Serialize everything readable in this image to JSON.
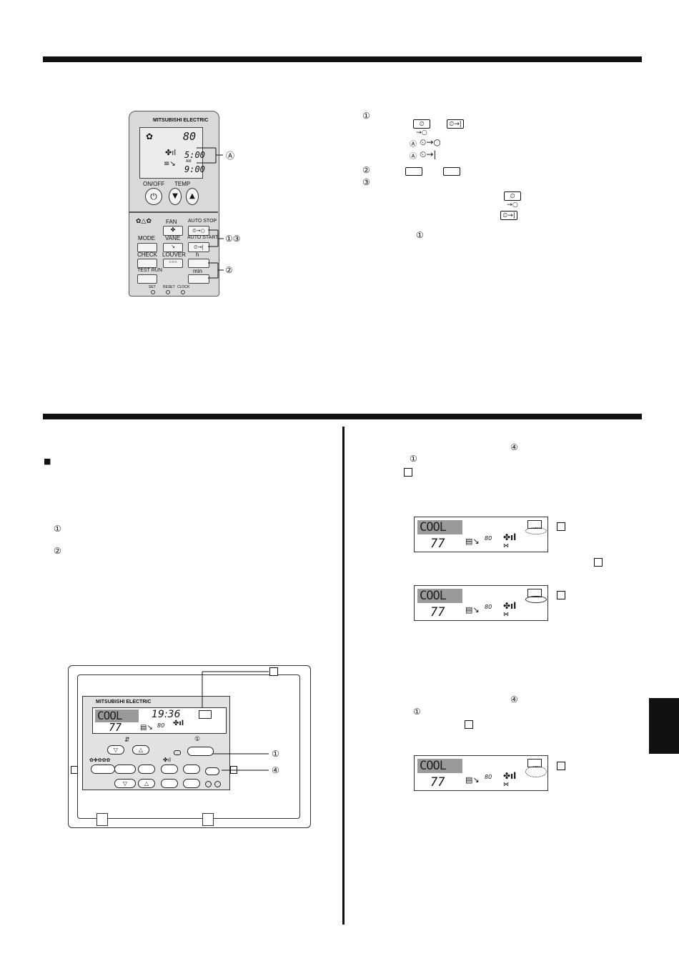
{
  "callouts": {
    "A": "Ⓐ",
    "c1": "①",
    "c2": "②",
    "c3": "③",
    "c4": "④",
    "c13": "①③",
    "bullet": "■"
  },
  "remote": {
    "brand": "MITSUBISHI ELECTRIC",
    "display_temp": "80",
    "display_time_1": "5:00",
    "display_time_2": "9:00",
    "display_am": "AM",
    "onoff": "ON/OFF",
    "temp": "TEMP",
    "fan": "FAN",
    "mode": "MODE",
    "vane": "VANE",
    "check": "CHECK",
    "louver": "LOUVER",
    "test_run": "TEST RUN",
    "auto_stop": "AUTO STOP",
    "auto_start": "AUTO START",
    "h": "h",
    "min": "min",
    "set": "SET",
    "reset": "RESET",
    "clock": "CLOCK"
  },
  "lcd": {
    "mode": "COOL",
    "temp": "77",
    "fan_value": "80",
    "clock": "19:36"
  },
  "wired": {
    "brand": "MITSUBISHI ELECTRIC"
  },
  "colors": {
    "rule": "#111111",
    "lcd_mode_bg": "#9a9a9a",
    "remote_body": "#d9d9d9"
  }
}
